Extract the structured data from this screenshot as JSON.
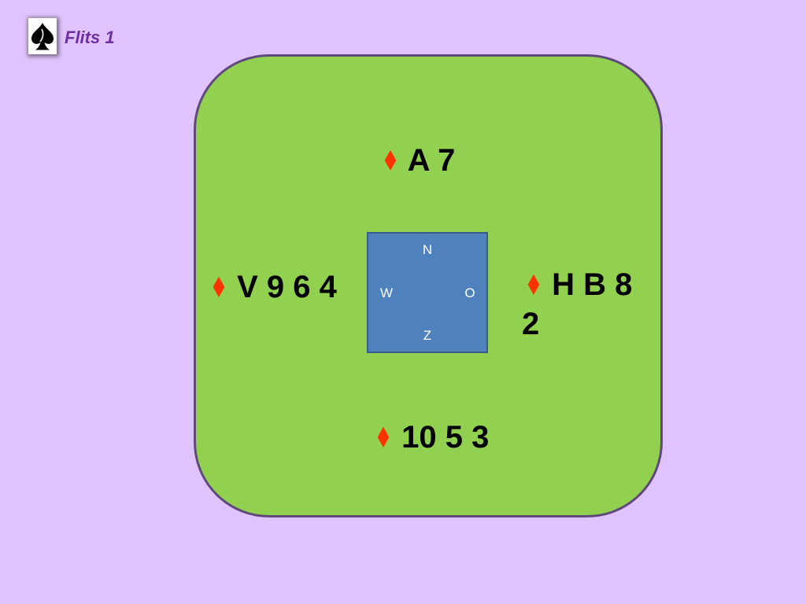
{
  "slide": {
    "title": "Flits 1",
    "logo_icon": "spade-icon",
    "background": "#E0C3FC",
    "title_color": "#7030A0"
  },
  "table": {
    "color": "#92D050",
    "border_color": "#5F497A"
  },
  "compass": {
    "north": "N",
    "west": "W",
    "east": "O",
    "south": "Z",
    "color": "#4F81BD",
    "border_color": "#385D8A"
  },
  "suit_color": "#FF3300",
  "hands": {
    "north": {
      "suit": "♦",
      "cards": "A 7"
    },
    "west": {
      "suit": "♦",
      "cards": "V 9 6 4"
    },
    "east": {
      "suit": "♦",
      "cards": "H B 8 2"
    },
    "south": {
      "suit": "♦",
      "cards": "10 5 3"
    }
  }
}
